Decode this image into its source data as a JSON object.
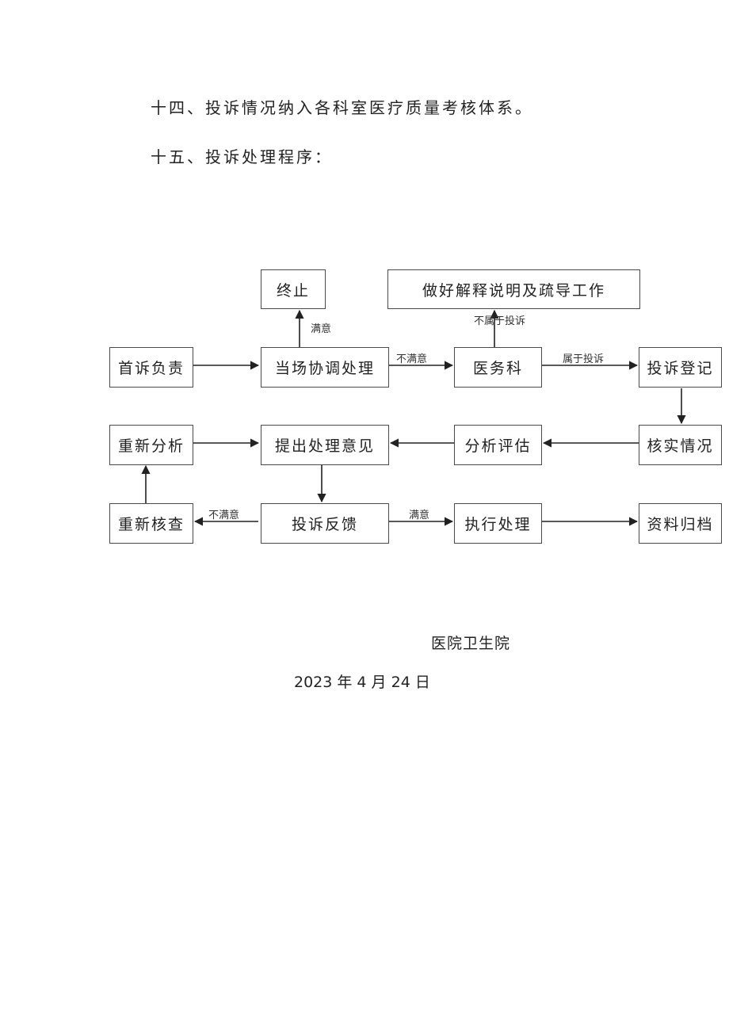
{
  "paragraphs": {
    "p14": "十四、投诉情况纳入各科室医疗质量考核体系。",
    "p15": "十五、投诉处理程序："
  },
  "flowchart": {
    "nodes": {
      "terminate": "终止",
      "explain": "做好解释说明及疏导工作",
      "first_responsibility": "首诉负责",
      "onsite": "当场协调处理",
      "medical_affairs": "医务科",
      "register": "投诉登记",
      "reanalyze": "重新分析",
      "propose": "提出处理意见",
      "evaluate": "分析评估",
      "verify": "核实情况",
      "recheck": "重新核查",
      "feedback": "投诉反馈",
      "execute": "执行处理",
      "archive": "资料归档"
    },
    "edge_labels": {
      "satisfied_up": "满意",
      "not_complaint": "不属于投诉",
      "unsatisfied_1": "不满意",
      "is_complaint": "属于投诉",
      "unsatisfied_2": "不满意",
      "satisfied_2": "满意"
    }
  },
  "signature": {
    "org": "医院卫生院",
    "date": "2023 年 4 月 24 日"
  }
}
